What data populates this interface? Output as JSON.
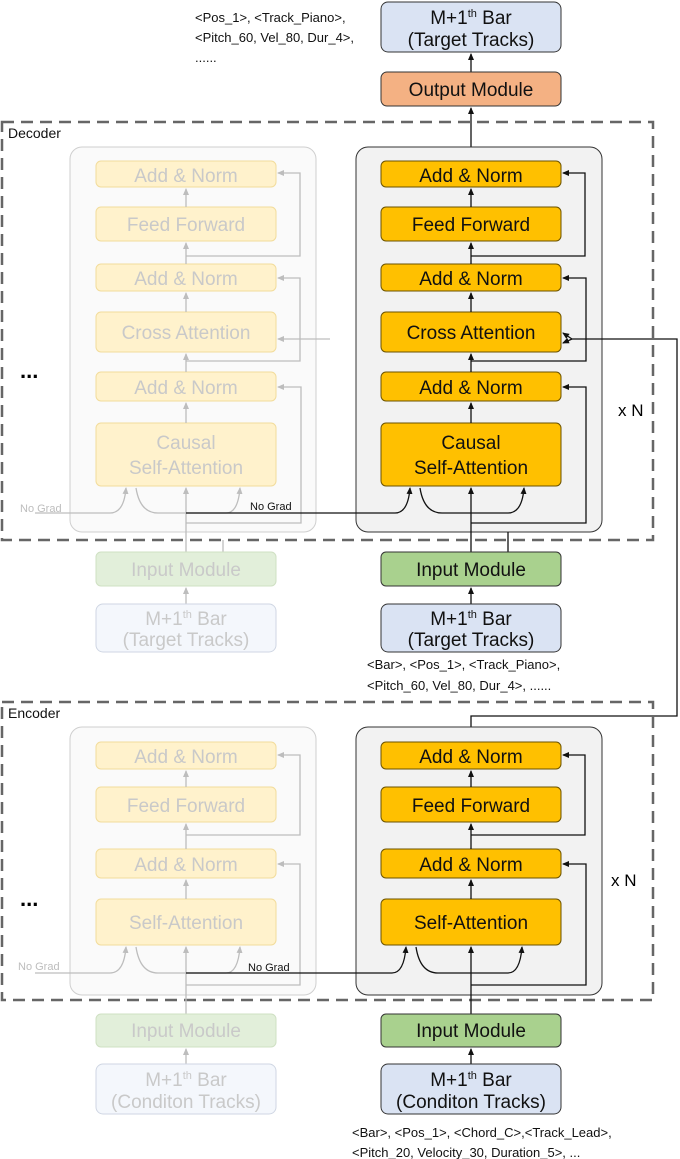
{
  "top": {
    "output_bar_line1": "M+1",
    "output_bar_sup": "th",
    "output_bar_line1b": " Bar",
    "output_bar_line2": "(Target Tracks)",
    "output_module": "Output Module",
    "tokens": [
      "<Pos_1>, <Track_Piano>,",
      "<Pitch_60, Vel_80, Dur_4>,",
      "......"
    ]
  },
  "decoder": {
    "label": "Decoder",
    "blocks": [
      "Add & Norm",
      "Feed Forward",
      "Add & Norm",
      "Cross Attention",
      "Add & Norm",
      "Causal",
      "Self-Attention"
    ],
    "repeat": "x N",
    "ellipsis": "...",
    "no_grad": "No Grad",
    "input_module": "Input Module",
    "input_bar_line2": "(Target Tracks)",
    "tokens": [
      "<Bar>, <Pos_1>,  <Track_Piano>,",
      "<Pitch_60, Vel_80, Dur_4>, ......"
    ]
  },
  "encoder": {
    "label": "Encoder",
    "blocks": [
      "Add & Norm",
      "Feed Forward",
      "Add & Norm",
      "Self-Attention"
    ],
    "repeat": "x N",
    "ellipsis": "...",
    "no_grad": "No Grad",
    "input_module": "Input Module",
    "input_bar_line2": "(Conditon Tracks)",
    "tokens": [
      "<Bar>, <Pos_1>, <Chord_C>,<Track_Lead>,",
      "<Pitch_20, Velocity_30, Duration_5>, ..."
    ]
  },
  "colors": {
    "block": "#ffc000",
    "faded_block": "#fff2cc",
    "input_module": "#a9d18e",
    "bar": "#dae3f3",
    "output_module": "#f4b183"
  }
}
